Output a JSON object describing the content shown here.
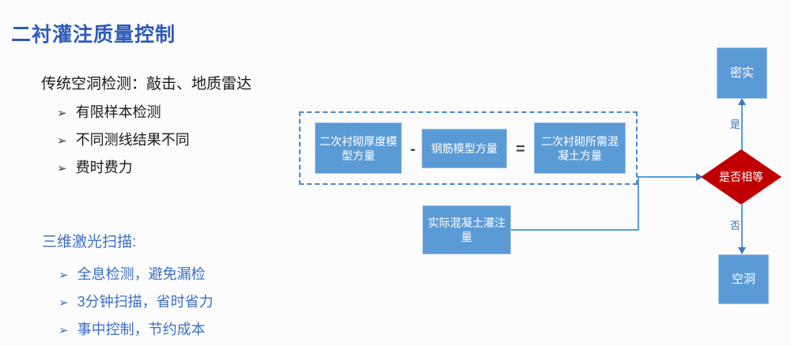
{
  "slide": {
    "title": "二衬灌注质量控制",
    "title_color": "#2e5cb8",
    "background_color": "#fcfcfc"
  },
  "left_panel": {
    "traditional": {
      "heading": "传统空洞检测：敲击、地质雷达",
      "bullet_marker": "➢",
      "text_color": "#1a1a1a",
      "items": [
        {
          "label": "有限样本检测"
        },
        {
          "label": "不同测线结果不同"
        },
        {
          "label": "费时费力"
        }
      ]
    },
    "laser_scan": {
      "heading": "三维激光扫描:",
      "bullet_marker": "➢",
      "text_color": "#3d6fc4",
      "items": [
        {
          "label": "全息检测，避免漏检"
        },
        {
          "label": "3分钟扫描，省时省力"
        },
        {
          "label": "事中控制，节约成本"
        }
      ]
    }
  },
  "diagram": {
    "box_fill": "#5b9bd5",
    "dashed_border_color": "#4a87d3",
    "connector_color": "#5b9bd5",
    "equation": {
      "left_operand": "二次衬砌厚度模型方量",
      "operator_1": "-",
      "right_operand": "钢筋模型方量",
      "operator_2": "=",
      "result": "二次衬砌所需混凝土方量"
    },
    "actual_volume": "实际混凝土灌注量",
    "decision": {
      "label": "是否相等",
      "fill": "#c00000",
      "yes_label": "是",
      "no_label": "否"
    },
    "outcome_yes": "密实",
    "outcome_no": "空洞"
  }
}
